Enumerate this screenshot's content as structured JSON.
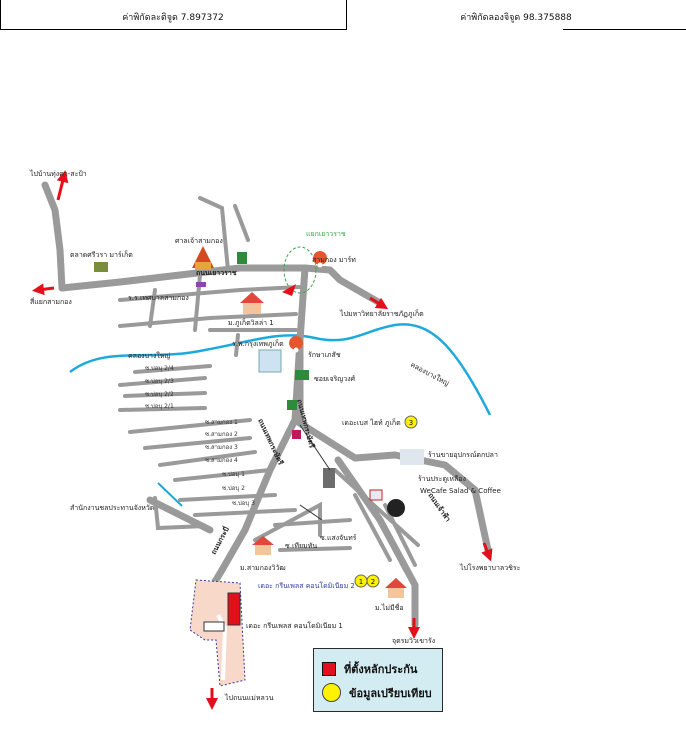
{
  "coordinates": {
    "latitude_label": "ค่าพิกัดละติจูด 7.897372",
    "longitude_label": "ค่าพิกัดลองจิจูด 98.375888"
  },
  "map": {
    "roads": {
      "road_1": "ถนนเยาวราช",
      "road_2": "ถนนเทพกระษัตรี",
      "road_3": "ถนนเทพกระษัตรี",
      "road_4": "ถนนเจ้าฟ้า",
      "road_5": "ถนนกระบี่"
    },
    "places": {
      "phang_nga": "ไปบ้านทุ่งคา-สะป้า",
      "talad_kaset": "ตลาดศรีวรา มาร์เก็ต",
      "shrine": "ศาลเจ้าสามกอง",
      "samkong_market": "สามกอง มาร์ท",
      "junction": "แยกเยาวราช",
      "to_samkong": "สี่แยกสามกอง",
      "muni_school": "ร.ร.เทศบาลสามกอง",
      "village_1": "ม.ภูเก็ตวิลล่า 1",
      "to_university": "ไปมหาวิทยาลัยราชภัฏภูเก็ต",
      "canal_1": "คลองบางใหญ่",
      "canal_2": "คลองบางใหญ่",
      "hospital": "ร.พ.กรุงเทพภูเก็ต",
      "pharmacy": "รักษาเภสัช",
      "soi_chaofa": "ซอยเจริญวงศ์",
      "the_base": "เดอะเบส ไฮท์ ภูเก็ต",
      "fishing_shop": "ร้านขายอุปกรณ์ตกปลา",
      "food_shop": "ร้านประตูเหลือง",
      "cafe": "WeCafe Salad & Coffee",
      "irrigation": "สำนักงานชลประทานจังหวัด",
      "village_2": "ม.สามกองวิวัฒ",
      "hotel_1": "ซ.เทียมทัน",
      "hotel_2": "ซ.แสงจันทร์",
      "to_wachira": "ไปโรงพยาบาลวชิระ",
      "village_3": "ม.ไม่มีชื่อ",
      "school": "จุดรมวิวเขารัง",
      "condo_a": "เดอะ กรีนเพลส คอนโดมิเนียม 2",
      "condo_b": "เดอะ กรีนเพลส คอนโดมิเนียม 1",
      "to_kathu": "ไปถนนแม่หลวน",
      "badge_1": "1",
      "badge_2": "2",
      "badge_3": "3"
    },
    "sois": [
      "ซ.บ่อบุ 2/4",
      "ซ.บ่อบุ 2/3",
      "ซ.บ่อบุ 2/2",
      "ซ.บ่อบุ 2/1",
      "ซ.สามกอง 1",
      "ซ.สามกอง 2",
      "ซ.สามกอง 3",
      "ซ.สามกอง 4",
      "ซ.บ่อบุ 1",
      "ซ.บ่อบุ 2",
      "ซ.บ่อบุ 3"
    ]
  },
  "legend": {
    "items": [
      {
        "label": "ที่ตั้งหลักประกัน",
        "color": "#e3101b"
      },
      {
        "label": "ข้อมูลเปรียบเทียบ",
        "color": "#fff200"
      }
    ]
  },
  "colors": {
    "road": "#9a9a9a",
    "river": "#1ea9dc",
    "arrow": "#e3101b",
    "plot": "#f8d9c9"
  }
}
